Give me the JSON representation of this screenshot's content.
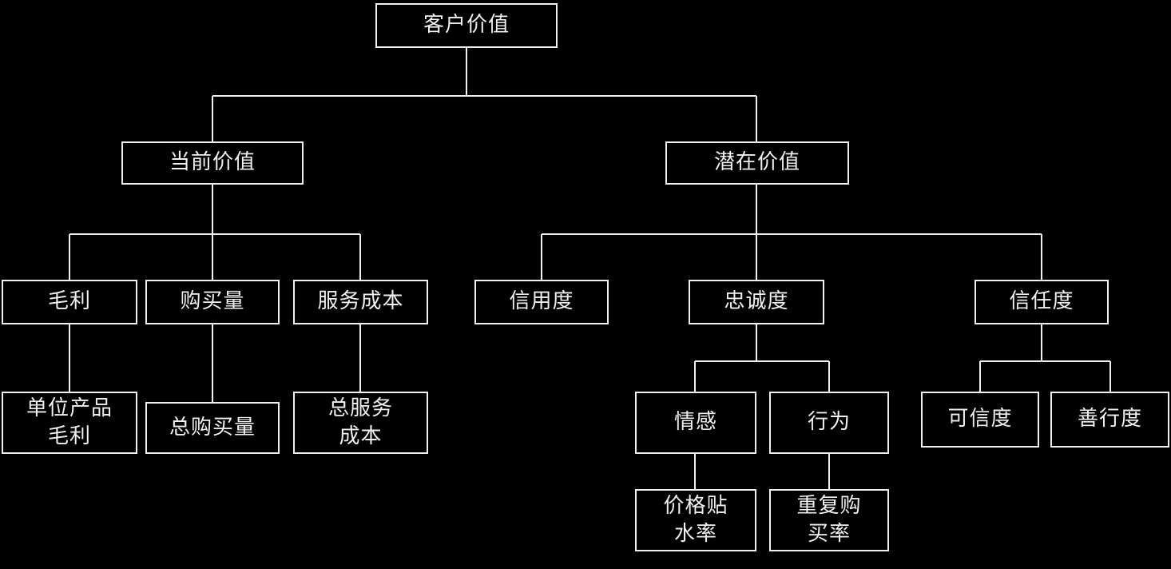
{
  "diagram": {
    "type": "tree",
    "nodes": {
      "root": {
        "label": "客户价值"
      },
      "current_value": {
        "label": "当前价值"
      },
      "potential_value": {
        "label": "潜在价值"
      },
      "gross_profit": {
        "label": "毛利"
      },
      "purchase_volume": {
        "label": "购买量"
      },
      "service_cost": {
        "label": "服务成本"
      },
      "credit_degree": {
        "label": "信用度"
      },
      "loyalty_degree": {
        "label": "忠诚度"
      },
      "trust_degree": {
        "label": "信任度"
      },
      "unit_product_profit": {
        "label": "单位产品\n毛利"
      },
      "total_purchase_volume": {
        "label": "总购买量"
      },
      "total_service_cost": {
        "label": "总服务\n成本"
      },
      "emotion": {
        "label": "情感"
      },
      "behavior": {
        "label": "行为"
      },
      "credibility": {
        "label": "可信度"
      },
      "benevolence": {
        "label": "善行度"
      },
      "price_premium_rate": {
        "label": "价格贴\n水率"
      },
      "repeat_purchase_rate": {
        "label": "重复购\n买率"
      }
    },
    "edges": [
      [
        "root",
        "current_value"
      ],
      [
        "root",
        "potential_value"
      ],
      [
        "current_value",
        "gross_profit"
      ],
      [
        "current_value",
        "purchase_volume"
      ],
      [
        "current_value",
        "service_cost"
      ],
      [
        "potential_value",
        "credit_degree"
      ],
      [
        "potential_value",
        "loyalty_degree"
      ],
      [
        "potential_value",
        "trust_degree"
      ],
      [
        "gross_profit",
        "unit_product_profit"
      ],
      [
        "purchase_volume",
        "total_purchase_volume"
      ],
      [
        "service_cost",
        "total_service_cost"
      ],
      [
        "loyalty_degree",
        "emotion"
      ],
      [
        "loyalty_degree",
        "behavior"
      ],
      [
        "trust_degree",
        "credibility"
      ],
      [
        "trust_degree",
        "benevolence"
      ],
      [
        "emotion",
        "price_premium_rate"
      ],
      [
        "behavior",
        "repeat_purchase_rate"
      ]
    ],
    "colors": {
      "background": "#000000",
      "box_border": "#f0f0f0",
      "text": "#f0f0f0",
      "line": "#f0f0f0"
    }
  }
}
